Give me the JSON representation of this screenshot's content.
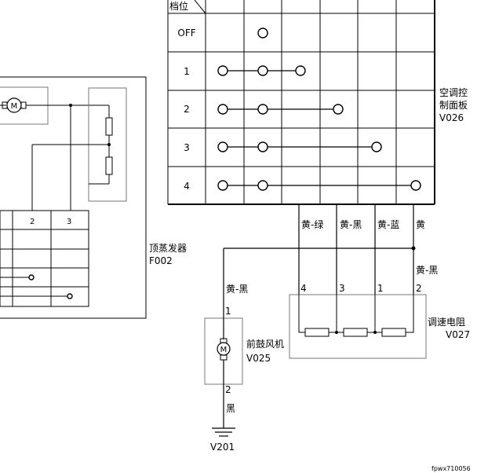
{
  "switch_table": {
    "header_label": "档位",
    "rows": [
      {
        "position": "OFF"
      },
      {
        "position": "1"
      },
      {
        "position": "2"
      },
      {
        "position": "3"
      },
      {
        "position": "4"
      }
    ]
  },
  "control_panel": {
    "name_line1": "空调控",
    "name_line2": "制面板",
    "code": "V026"
  },
  "evaporator": {
    "name": "顶蒸发器",
    "code": "F002",
    "pin_2": "2",
    "pin_3": "3"
  },
  "wires": {
    "yellow_green": "黄-绿",
    "yellow_black": "黄-黑",
    "yellow_blue": "黄-蓝",
    "yellow": "黄",
    "yellow_black_right": "黄-黑",
    "yellow_black_left": "黄-黑",
    "black": "黑"
  },
  "resistor": {
    "name": "调速电阻",
    "code": "V027",
    "pins": [
      "4",
      "3",
      "1",
      "2"
    ]
  },
  "blower": {
    "name": "前鼓风机",
    "code": "V025",
    "pin_top": "1",
    "pin_bottom": "2",
    "motor_symbol": "M"
  },
  "evap_motor": {
    "motor_symbol": "M"
  },
  "ground": {
    "code": "V201"
  },
  "figure_id": "fpwx710056"
}
